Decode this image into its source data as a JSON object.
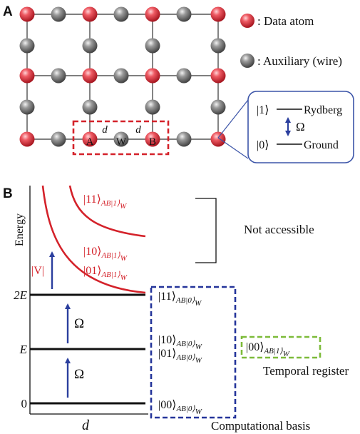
{
  "panel_a": {
    "label": "A",
    "legend_data": ": Data atom",
    "legend_aux": ": Auxiliary (wire)",
    "atom_a": "A",
    "atom_w": "W",
    "atom_b": "B",
    "distance_1": "d",
    "distance_2": "d",
    "level_top": "|1⟩",
    "level_top_name": "Rydberg",
    "level_bottom": "|0⟩",
    "level_bottom_name": "Ground",
    "coupling": "Ω",
    "colors": {
      "data": "#d4222a",
      "aux": "#8a8a8a",
      "box_red": "#d4222a",
      "inset_border": "#3c55a8"
    }
  },
  "panel_b": {
    "label": "B",
    "ylabel": "Energy",
    "xlabel": "d",
    "tick_2e": "2E",
    "tick_e": "E",
    "tick_0": "0",
    "coupling_1": "Ω",
    "coupling_2": "Ω",
    "interaction": "|V|",
    "state_11_1": "|11⟩",
    "state_11_1_sub": "AB|1⟩",
    "state_11_1_w": "W",
    "state_10_1": "|10⟩",
    "state_10_1_sub": "AB|1⟩",
    "state_10_1_w": "W",
    "state_01_1": "|01⟩",
    "state_01_1_sub": "AB|1⟩",
    "state_01_1_w": "W",
    "state_11_0": "|11⟩",
    "state_11_0_sub": "AB|0⟩",
    "state_11_0_w": "W",
    "state_10_0": "|10⟩",
    "state_10_0_sub": "AB|0⟩",
    "state_10_0_w": "W",
    "state_01_0": "|01⟩",
    "state_01_0_sub": "AB|0⟩",
    "state_01_0_w": "W",
    "state_00_0": "|00⟩",
    "state_00_0_sub": "AB|0⟩",
    "state_00_0_w": "W",
    "state_00_1": "|00⟩",
    "state_00_1_sub": "AB|1⟩",
    "state_00_1_w": "W",
    "not_accessible": "Not accessible",
    "temporal_register": "Temporal register",
    "computational_basis": "Computational basis",
    "colors": {
      "curve": "#d4222a",
      "basis_box": "#24349a",
      "temporal_box": "#7dbb3a",
      "arrow": "#2b3f9e"
    }
  }
}
